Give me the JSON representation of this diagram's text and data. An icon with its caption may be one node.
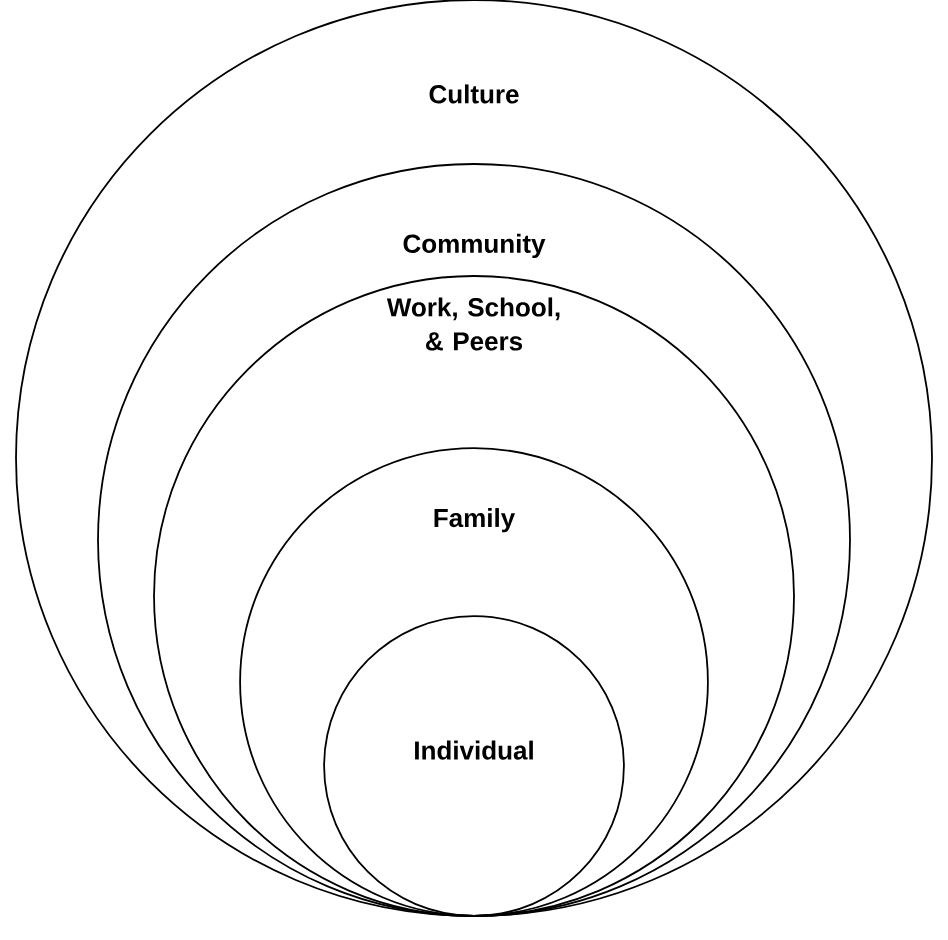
{
  "diagram": {
    "nodes": [
      {
        "text": [
          "Culture"
        ]
      },
      {
        "text": [
          "Community"
        ],
        "in": 0
      },
      {
        "text": [
          "Work, School, & Peers"
        ],
        "in": 1
      },
      {
        "text": [
          "Family"
        ],
        "in": 2
      },
      {
        "text": [
          "Individual"
        ],
        "in": 3
      }
    ]
  }
}
